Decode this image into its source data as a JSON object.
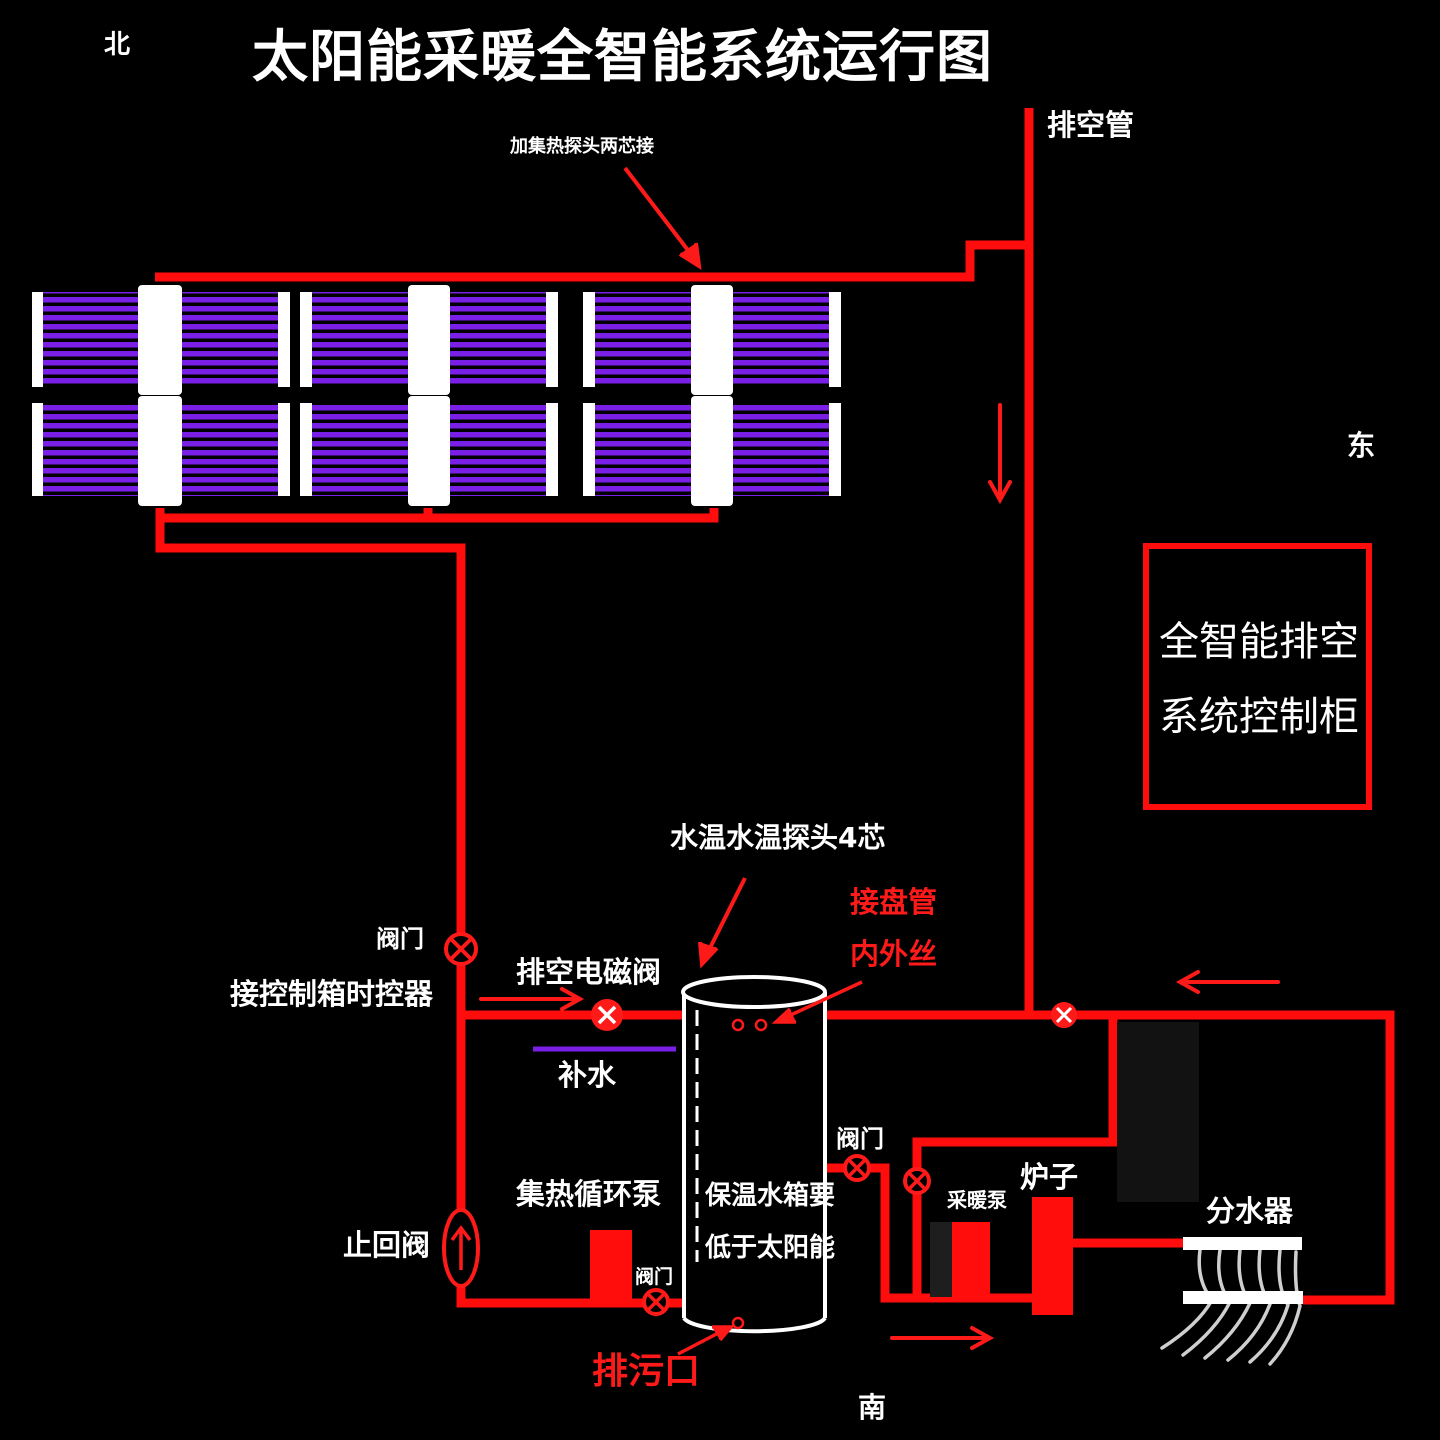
{
  "title": "太阳能采暖全智能系统运行图",
  "compass": {
    "north": "北",
    "east": "东",
    "south": "南"
  },
  "labels": {
    "vent_pipe": "排空管",
    "collector_probe": "加集热探头两芯接",
    "cabinet_line1": "全智能排空",
    "cabinet_line2": "系统控制柜",
    "tank_probe": "水温水温探头4芯",
    "coil_connect_1": "接盘管",
    "coil_connect_2": "内外丝",
    "valve_top": "阀门",
    "timer": "接控制箱时控器",
    "vent_solenoid": "排空电磁阀",
    "makeup_water": "补水",
    "circulation_pump": "集热循环泵",
    "check_valve": "止回阀",
    "valve_pump": "阀门",
    "tank_note_1": "保温水箱要",
    "tank_note_2": "低于太阳能",
    "drain": "排污口",
    "valve_right": "阀门",
    "heating_pump": "采暖泵",
    "stove": "炉子",
    "manifold": "分水器"
  },
  "colors": {
    "pipe": "#ff0d0d",
    "tube": "#7a1fe6",
    "makeup_line": "#7a1fe6",
    "header": "#ffffff",
    "background": "#000000"
  },
  "icons": [
    "valve-icon",
    "check-valve-icon",
    "flow-arrow-icon",
    "pump-icon",
    "tank-icon"
  ]
}
